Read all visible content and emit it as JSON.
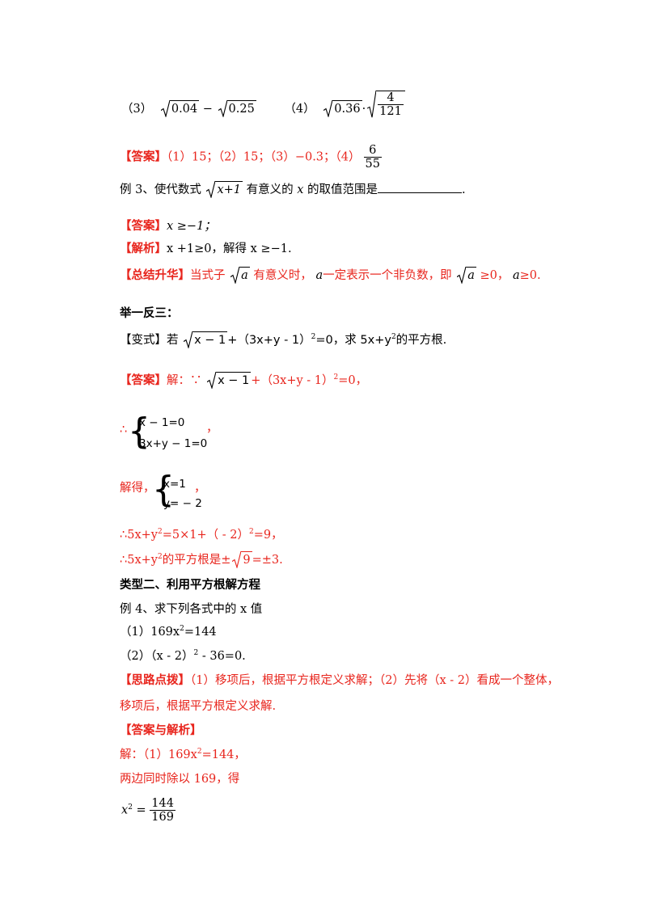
{
  "problem3": {
    "label": "（3）",
    "sqrt_a": "0.04",
    "minus": "−",
    "sqrt_b": "0.25",
    "label4": "（4）",
    "sqrt_c": "0.36",
    "dot": "·",
    "frac_num": "4",
    "frac_den": "121"
  },
  "answer1": {
    "tag": "【答案】",
    "text": "（1）15；（2）15；（3）−0.3；（4）",
    "frac_num": "6",
    "frac_den": "55"
  },
  "example3": {
    "prefix": "例 3、使代数式",
    "radicand": "x+1",
    "middle": "有意义的",
    "var": "x",
    "suffix": "的取值范围是",
    "end": "."
  },
  "answer2": {
    "tag": "【答案】",
    "text": "x ≥−1；"
  },
  "analysis": {
    "tag": "【解析】",
    "text": "x +1≥0，解得 x ≥−1."
  },
  "summary": {
    "tag": "【总结升华】",
    "part1": "当式子",
    "radicand": "a",
    "part2": "有意义时，",
    "var": "a",
    "part3": "一定表示一个非负数，即",
    "radicand2": "a",
    "part4": "≥0，",
    "var2": "a",
    "part5": "≥0."
  },
  "section_title": "举一反三：",
  "variant": {
    "tag": "【变式】",
    "text1": "若",
    "radicand": "x − 1",
    "text2": "+（3x+y - 1）",
    "sup": "2",
    "text3": "=0，求 5x+y",
    "sup2": "2",
    "text4": "的平方根."
  },
  "answer3": {
    "tag": "【答案】",
    "text1": "解：∵",
    "radicand": "x − 1",
    "text2": "+（3x+y - 1）",
    "sup": "2",
    "text3": "=0，"
  },
  "system1": {
    "therefore": "∴",
    "eq1": "x − 1=0",
    "eq2": "3x+y − 1=0",
    "comma": "，"
  },
  "system2": {
    "prefix": "解得，",
    "eq1": "x=1",
    "eq2": "y= − 2",
    "comma": "，"
  },
  "calc1": {
    "text1": "∴5x+y",
    "sup": "2",
    "text2": "=5×1+（ - 2）",
    "sup2": "2",
    "text3": "=9，"
  },
  "calc2": {
    "text1": "∴5x+y",
    "sup": "2",
    "text2": "的平方根是±",
    "radicand": "9",
    "text3": "=±3."
  },
  "type2_title": "类型二、利用平方根解方程",
  "example4": {
    "title": "例 4、求下列各式中的 x 值",
    "item1_a": "（1）169x",
    "item1_sup": "2",
    "item1_b": "=144",
    "item2_a": "（2）（x - 2）",
    "item2_sup": "2",
    "item2_b": " - 36=0."
  },
  "hint": {
    "tag": "【思路点拨】",
    "line1": "（1）移项后，根据平方根定义求解；（2）先将（x - 2）看成一个整体，",
    "line2": "移项后，根据平方根定义求解."
  },
  "answer4": {
    "tag": "【答案与解析】"
  },
  "solution": {
    "line1_a": "解：（1）169x",
    "line1_sup": "2",
    "line1_b": "=144，",
    "line2": "两边同时除以 169，得",
    "lhs": "x",
    "lhs_sup": "2",
    "eq": " =",
    "frac_num": "144",
    "frac_den": "169"
  }
}
